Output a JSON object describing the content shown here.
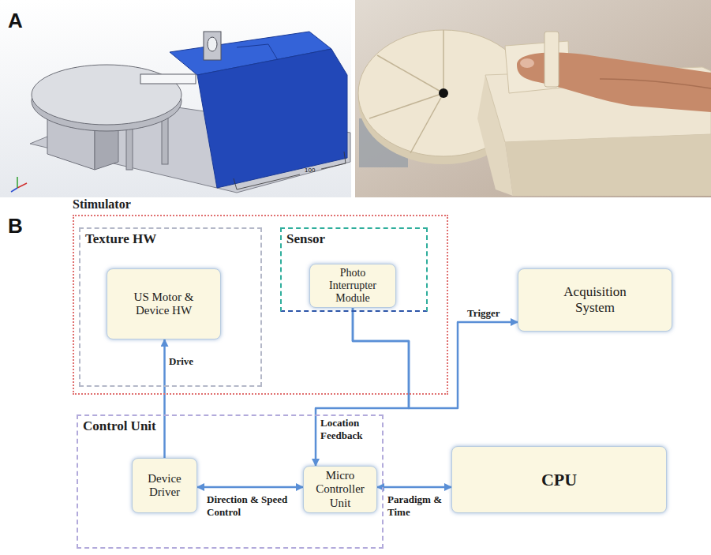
{
  "diagram": {
    "nodes": [
      {
        "text": [
          "Stimulator"
        ]
      },
      {
        "text": [
          "Texture HW"
        ],
        "in": 0
      },
      {
        "text": [
          "US Motor & Device HW"
        ],
        "in": 1
      },
      {
        "text": [
          "Sensor"
        ],
        "in": 0
      },
      {
        "text": [
          "Photo Interrupter Module"
        ],
        "in": 3
      },
      {
        "text": [
          "Acquisition System"
        ]
      },
      {
        "text": [
          "Control Unit"
        ]
      },
      {
        "text": [
          "Device Driver"
        ],
        "in": 6
      },
      {
        "text": [
          "Micro Controller Unit"
        ],
        "in": 6
      },
      {
        "text": [
          "CPU"
        ]
      }
    ],
    "edges": [
      {
        "from": 7,
        "to": 2,
        "label": "Drive",
        "arrow": "to"
      },
      {
        "from": 7,
        "to": 8,
        "label": "Direction & Speed Control",
        "arrow": "both"
      },
      {
        "from": 4,
        "to": 8,
        "label": "Location Feedback",
        "arrow": "to"
      },
      {
        "from": 4,
        "to": 5,
        "label": "Trigger",
        "arrow": "to"
      },
      {
        "from": 8,
        "to": 9,
        "label": "Paradigm & Time",
        "arrow": "both"
      }
    ],
    "labels": [
      "A",
      "100",
      "B"
    ]
  }
}
